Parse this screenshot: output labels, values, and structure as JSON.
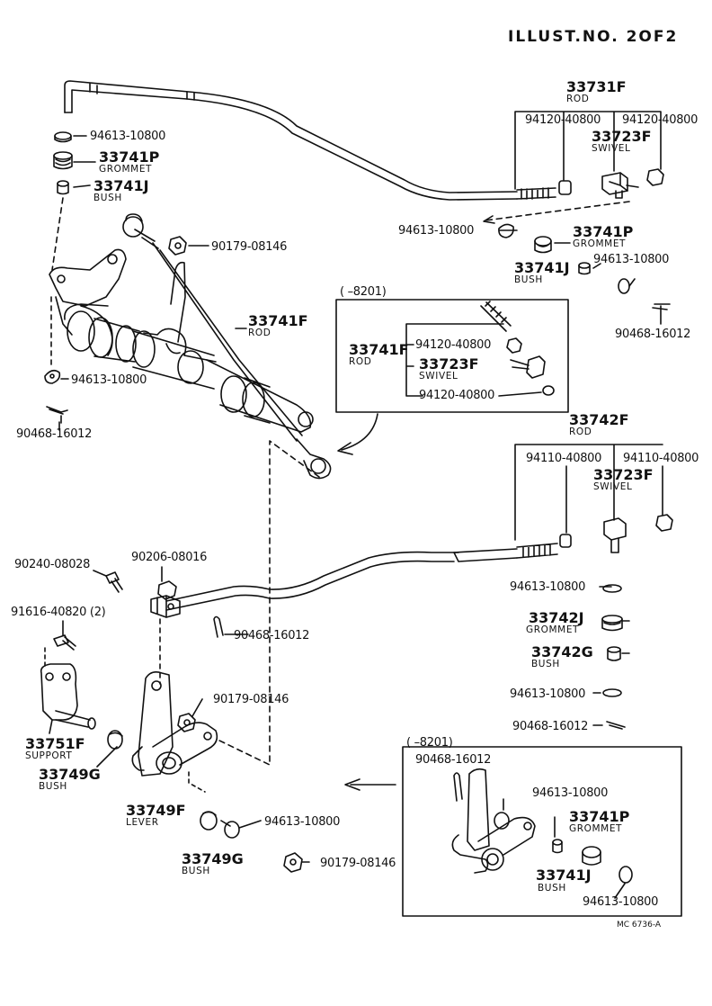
{
  "header": {
    "title": "ILLUST.NO. 2OF2"
  },
  "footer": {
    "code": "MC 6736-A"
  },
  "labels": {
    "l1": "94613-10800",
    "l2": "33741P",
    "l2s": "GROMMET",
    "l3": "33741J",
    "l3s": "BUSH",
    "l4": "90179-08146",
    "l5": "33741F",
    "l5s": "ROD",
    "l6": "94613-10800",
    "l7": "90468-16012",
    "l8": "33731F",
    "l8s": "ROD",
    "l9": "94120-40800",
    "l10": "94120-40800",
    "l11": "33723F",
    "l11s": "SWIVEL",
    "l12": "94613-10800",
    "l13": "33741P",
    "l13s": "GROMMET",
    "l14": "33741J",
    "l14s": "BUSH",
    "l15": "94613-10800",
    "l16": "90468-16012",
    "b1h": "( –8201)",
    "b1a": "33741F",
    "b1as": "ROD",
    "b1b": "94120-40800",
    "b1c": "33723F",
    "b1cs": "SWIVEL",
    "b1d": "94120-40800",
    "l17": "33742F",
    "l17s": "ROD",
    "l18": "94110-40800",
    "l19": "94110-40800",
    "l20": "33723F",
    "l20s": "SWIVEL",
    "l21": "94613-10800",
    "l22": "33742J",
    "l22s": "GROMMET",
    "l23": "33742G",
    "l23s": "BUSH",
    "l24": "94613-10800",
    "l25": "90468-16012",
    "l26": "90240-08028",
    "l27": "90206-08016",
    "l28": "91616-40820 (2)",
    "l29": "90468-16012",
    "l30": "90179-08146",
    "l31": "33751F",
    "l31s": "SUPPORT",
    "l32": "33749G",
    "l32s": "BUSH",
    "l33": "33749F",
    "l33s": "LEVER",
    "l34": "33749G",
    "l34s": "BUSH",
    "l35": "94613-10800",
    "l36": "90179-08146",
    "b2h": "( –8201)",
    "b2a": "90468-16012",
    "b2b": "94613-10800",
    "b2c": "33741P",
    "b2cs": "GROMMET",
    "b2d": "33741J",
    "b2ds": "BUSH",
    "b2e": "94613-10800"
  }
}
